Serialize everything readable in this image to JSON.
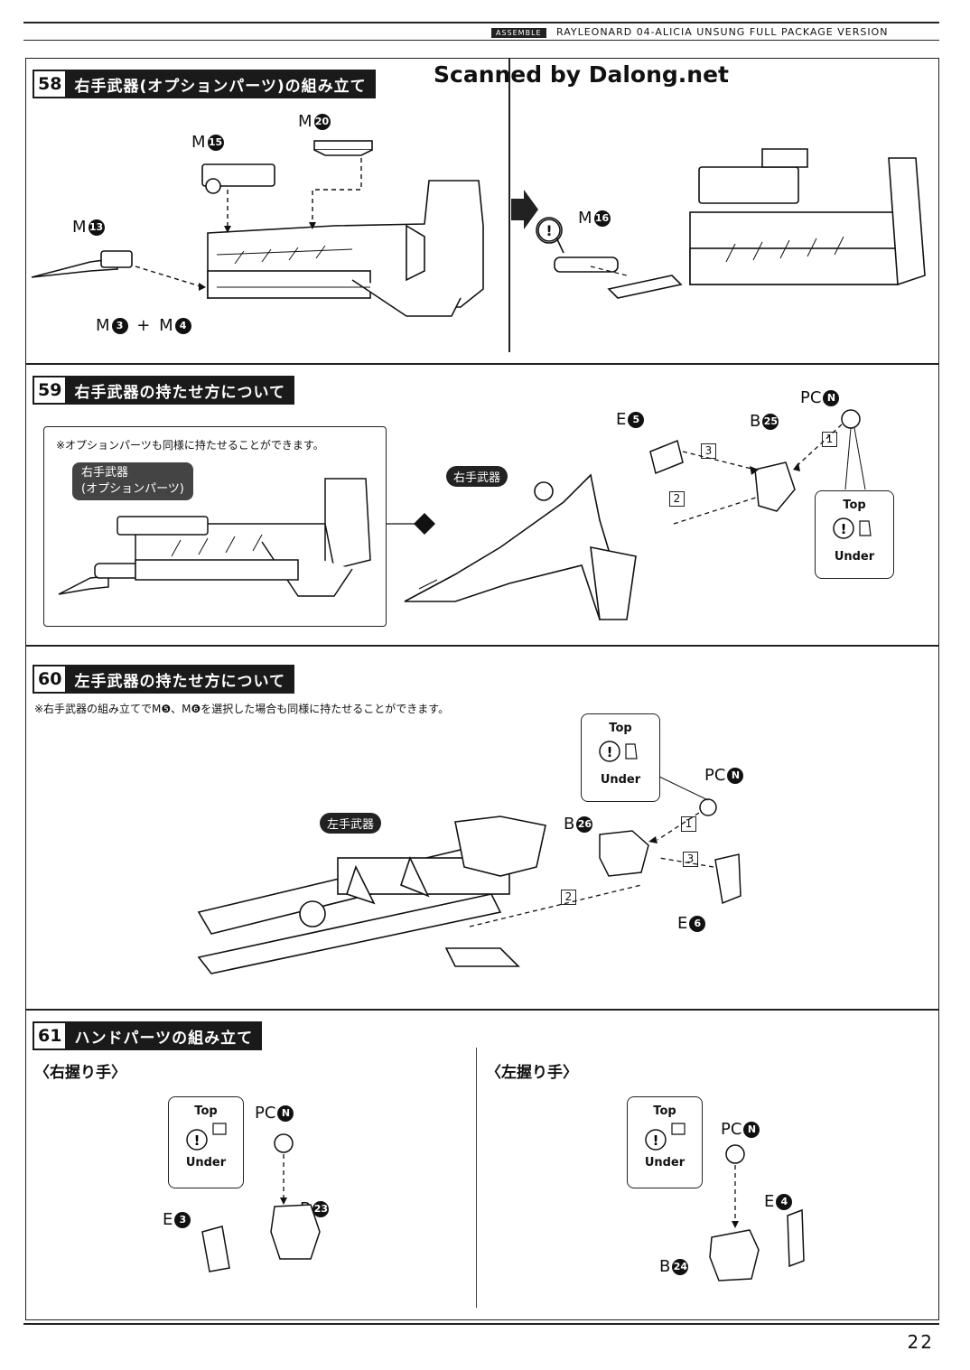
{
  "header": {
    "tag": "ASSEMBLE",
    "title": "RAYLEONARD 04-ALICIA UNSUNG FULL PACKAGE VERSION"
  },
  "watermark": "Scanned by Dalong.net",
  "steps": {
    "s58": {
      "num": "58",
      "title": "右手武器(オプションパーツ)の組み立て",
      "labels": {
        "m20": "M",
        "m20n": "20",
        "m15": "M",
        "m15n": "15",
        "m13": "M",
        "m13n": "13",
        "m3": "M",
        "m3n": "3",
        "plus": "+",
        "m4": "M",
        "m4n": "4",
        "m16": "M",
        "m16n": "16"
      }
    },
    "s59": {
      "num": "59",
      "title": "右手武器の持たせ方について",
      "note": "※オプションパーツも同様に持たせることができます。",
      "pill_opt_line1": "右手武器",
      "pill_opt_line2": "(オプションパーツ)",
      "pill_main": "右手武器",
      "e5": "E",
      "e5n": "5",
      "b25": "B",
      "b25n": "25",
      "pcn": "PC",
      "pcnn": "N",
      "step1": "1",
      "step2": "2",
      "step3": "3",
      "top": "Top",
      "under": "Under"
    },
    "s60": {
      "num": "60",
      "title": "左手武器の持たせ方について",
      "note": "※右手武器の組み立てでM❺、M❻を選択した場合も同様に持たせることができます。",
      "pill_main": "左手武器",
      "b26": "B",
      "b26n": "26",
      "e6": "E",
      "e6n": "6",
      "pcn": "PC",
      "pcnn": "N",
      "step1": "1",
      "step2": "2",
      "step3": "3",
      "top": "Top",
      "under": "Under"
    },
    "s61": {
      "num": "61",
      "title": "ハンドパーツの組み立て",
      "right_head": "〈右握り手〉",
      "left_head": "〈左握り手〉",
      "right": {
        "pc": "PC",
        "pcn": "N",
        "b": "B",
        "bn": "23",
        "e": "E",
        "en": "3",
        "top": "Top",
        "under": "Under"
      },
      "left": {
        "pc": "PC",
        "pcn": "N",
        "b": "B",
        "bn": "24",
        "e": "E",
        "en": "4",
        "top": "Top",
        "under": "Under"
      }
    }
  },
  "page_number": "22"
}
